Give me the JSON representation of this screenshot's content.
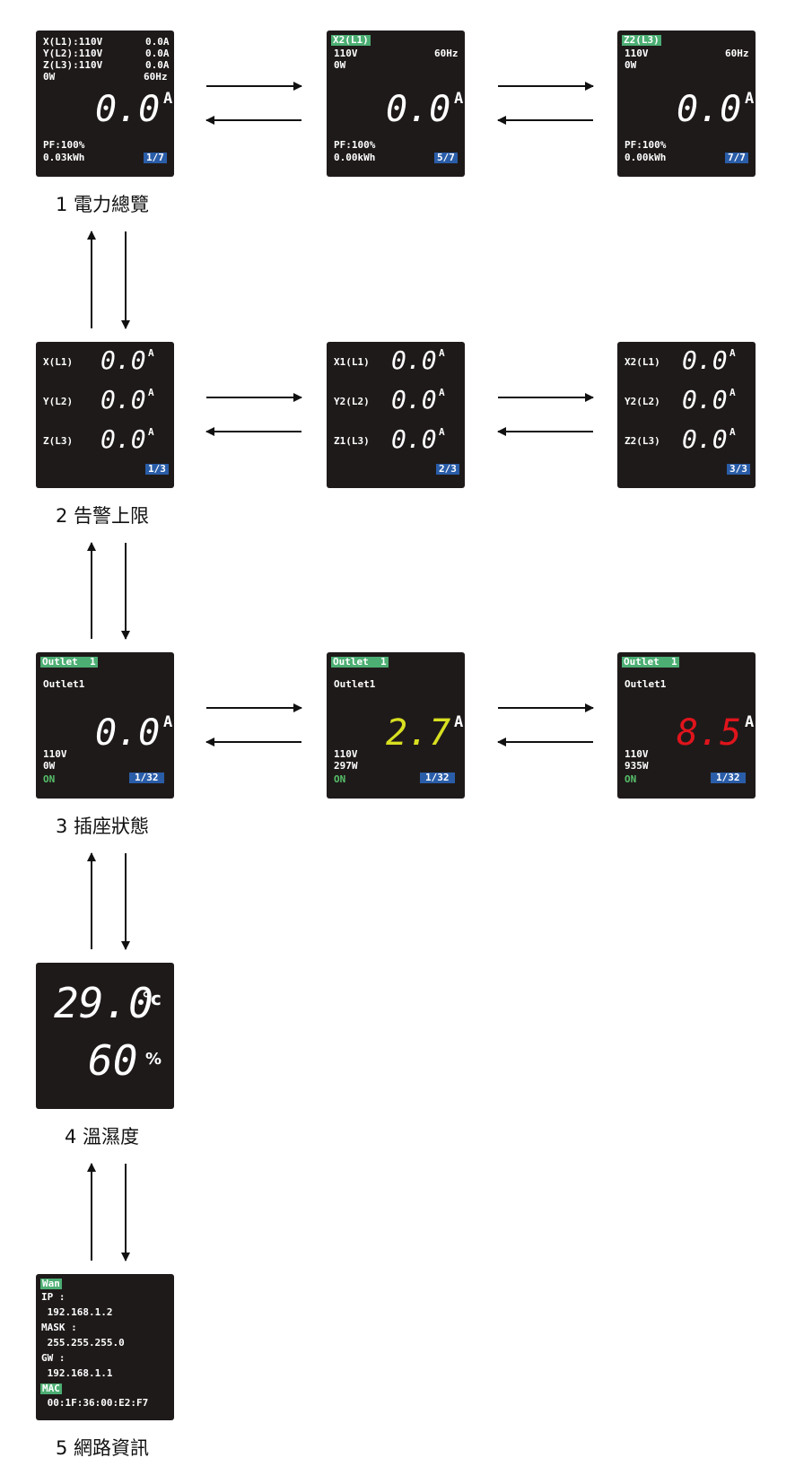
{
  "captions": [
    "1 電力總覽",
    "2 告警上限",
    "3 插座狀態",
    "4 溫濕度",
    "5 網路資訊"
  ],
  "row1": {
    "s1": {
      "l1": "X(L1):110V",
      "v1": "0.0A",
      "l2": "Y(L2):110V",
      "v2": "0.0A",
      "l3": "Z(L3):110V",
      "v3": "0.0A",
      "w": "0W",
      "hz": "60Hz",
      "big": "0.0",
      "unit": "A",
      "pf": "PF:100%",
      "kwh": "0.03kWh",
      "page": "1/7"
    },
    "s2": {
      "head": "X2(L1)",
      "v": "110V",
      "hz": "60Hz",
      "w": "0W",
      "big": "0.0",
      "unit": "A",
      "pf": "PF:100%",
      "kwh": "0.00kWh",
      "page": "5/7"
    },
    "s3": {
      "head": "Z2(L3)",
      "v": "110V",
      "hz": "60Hz",
      "w": "0W",
      "big": "0.0",
      "unit": "A",
      "pf": "PF:100%",
      "kwh": "0.00kWh",
      "page": "7/7"
    }
  },
  "row2": {
    "s1": {
      "r1": "X(L1)",
      "r2": "Y(L2)",
      "r3": "Z(L3)",
      "val": "0.0",
      "unit": "A",
      "page": "1/3"
    },
    "s2": {
      "r1": "X1(L1)",
      "r2": "Y2(L2)",
      "r3": "Z1(L3)",
      "val": "0.0",
      "unit": "A",
      "page": "2/3"
    },
    "s3": {
      "r1": "X2(L1)",
      "r2": "Y2(L2)",
      "r3": "Z2(L3)",
      "val": "0.0",
      "unit": "A",
      "page": "3/3"
    }
  },
  "row3": {
    "s1": {
      "head": "Outlet  1",
      "name": "Outlet1",
      "big": "0.0",
      "unit": "A",
      "v": "110V",
      "w": "0W",
      "state": "ON",
      "page": "1/32",
      "color": "#ffffff"
    },
    "s2": {
      "head": "Outlet  1",
      "name": "Outlet1",
      "big": "2.7",
      "unit": "A",
      "v": "110V",
      "w": "297W",
      "state": "ON",
      "page": "1/32",
      "color": "#d8e020"
    },
    "s3": {
      "head": "Outlet  1",
      "name": "Outlet1",
      "big": "8.5",
      "unit": "A",
      "v": "110V",
      "w": "935W",
      "state": "ON",
      "page": "1/32",
      "color": "#e0141c"
    }
  },
  "row4": {
    "temp": "29.0",
    "temp_unit": "°c",
    "hum": "60",
    "hum_unit": "%"
  },
  "row5": {
    "wan": "Wan",
    "ip_label": "IP :",
    "ip": " 192.168.1.2",
    "mask_label": "MASK :",
    "mask": " 255.255.255.0",
    "gw_label": "GW :",
    "gw": " 192.168.1.1",
    "mac_label": "MAC",
    "mac": " 00:1F:36:00:E2:F7"
  }
}
